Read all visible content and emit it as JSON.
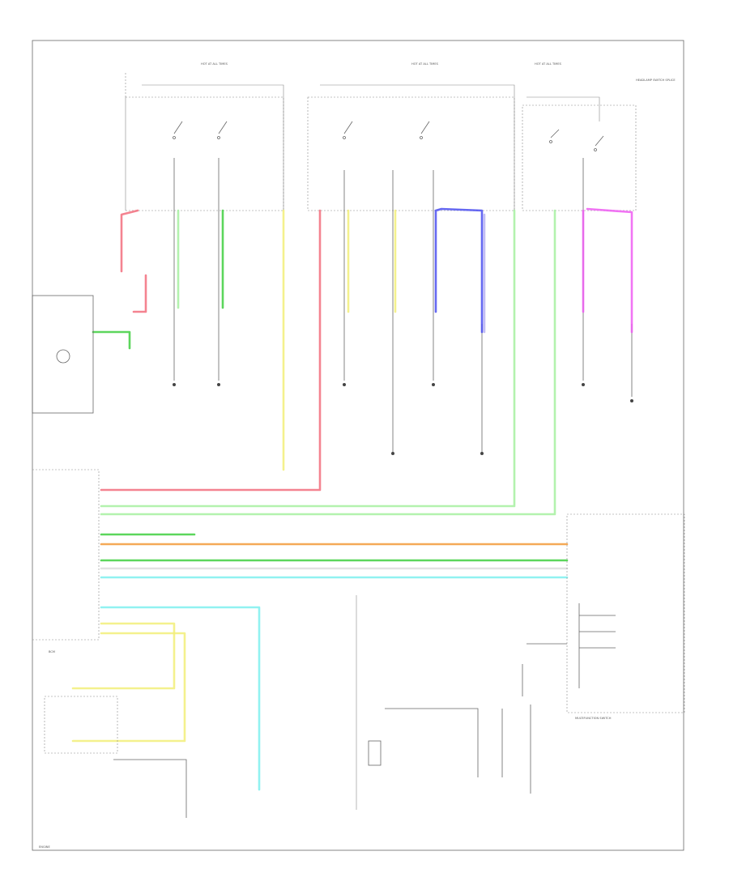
{
  "colors": {
    "red": "#f26d7d",
    "green": "#3fcf3f",
    "light_green": "#a6f0a0",
    "yellow": "#f2ef79",
    "blue": "#4b4ff0",
    "lavender": "#b7b1f2",
    "magenta": "#ee5cf2",
    "orange": "#f29a3a",
    "cyan": "#7ef0ee"
  },
  "labels": {
    "fuse_1": "HOT AT ALL TIMES",
    "fuse_2": "HOT AT ALL TIMES",
    "fuse_3": "HOT AT ALL TIMES",
    "headlamp_note": "HEADLAMP SWITCH SPLICE",
    "module_left": "BCM",
    "multifunction": "MULTIFUNCTION SWITCH",
    "footer": "ENGINE"
  }
}
